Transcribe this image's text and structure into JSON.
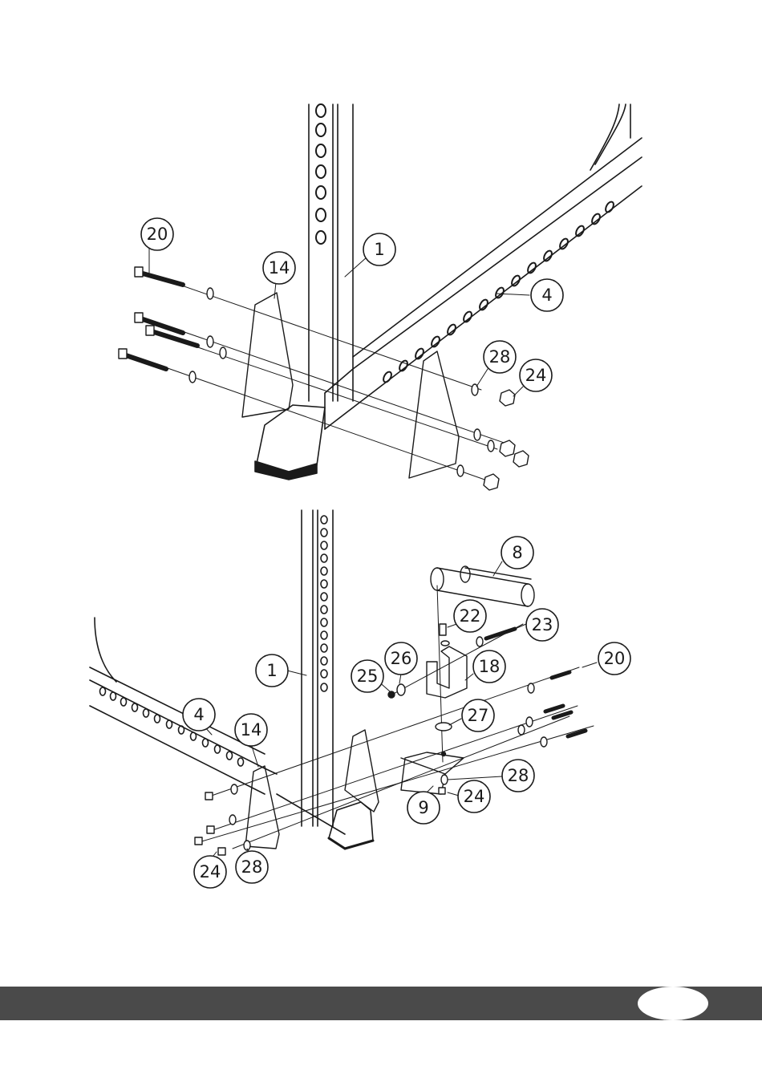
{
  "top_view": {
    "callouts": [
      "20",
      "14",
      "1",
      "4",
      "28",
      "24"
    ]
  },
  "bottom_view": {
    "callouts": [
      "8",
      "22",
      "23",
      "26",
      "18",
      "20",
      "25",
      "1",
      "27",
      "4",
      "14",
      "28",
      "9",
      "24",
      "24",
      "28"
    ]
  },
  "footer": {
    "color": "#4a4a4a",
    "page_number": ""
  }
}
